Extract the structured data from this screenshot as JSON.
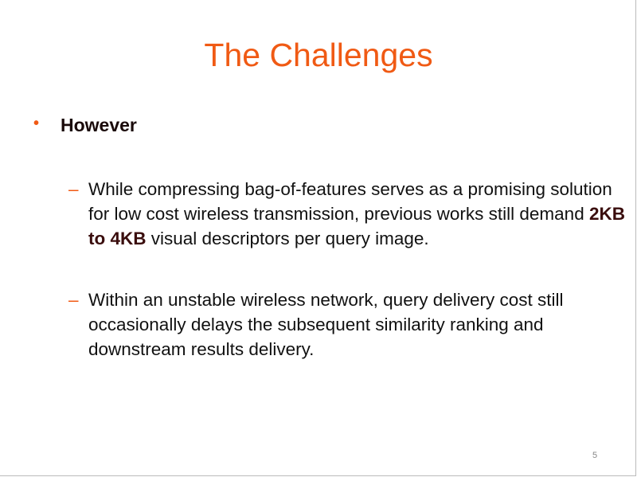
{
  "title": "The Challenges",
  "bullet": {
    "label": "However"
  },
  "subbullets": [
    {
      "before": "While compressing bag-of-features serves as a promising solution for low cost wireless transmission, previous works still demand ",
      "highlight": "2KB to 4KB",
      "after": " visual descriptors per query image."
    },
    {
      "before": "Within an unstable wireless network, query delivery cost still occasionally delays the subsequent similarity ranking and downstream results delivery."
    }
  ],
  "page_number": "5",
  "colors": {
    "accent": "#F05A14"
  }
}
